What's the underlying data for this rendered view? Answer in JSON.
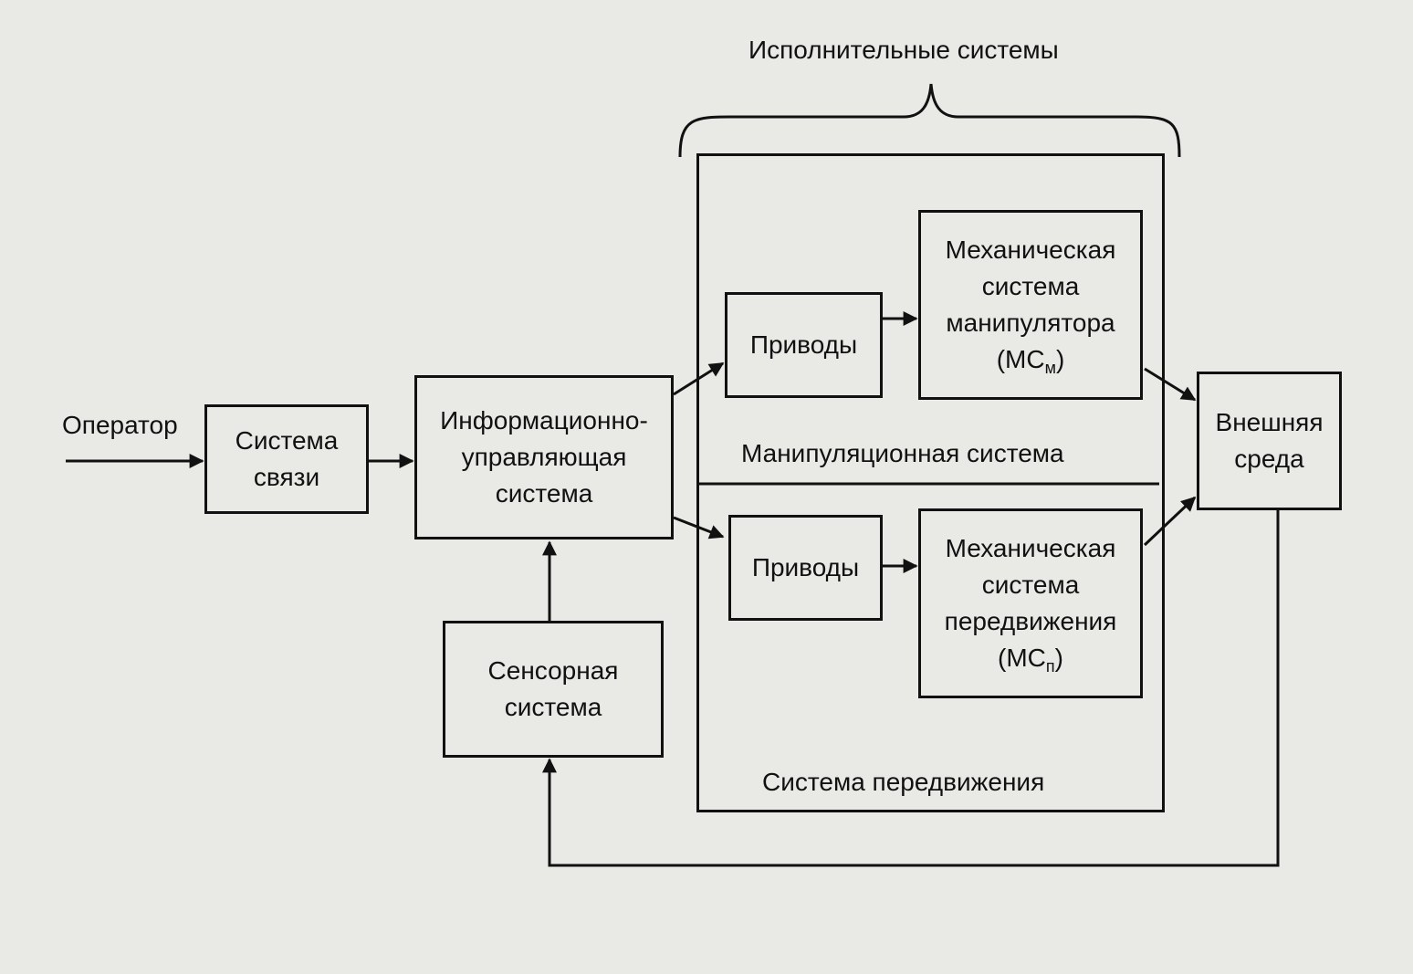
{
  "diagram": {
    "executive_systems_title": "Исполнительные системы",
    "operator_label": "Оператор",
    "manipulation_system_label": "Манипуляционная система",
    "locomotion_system_label": "Система передвижения",
    "blocks": {
      "communication": [
        "Система",
        "связи"
      ],
      "info_control": [
        "Информационно-",
        "управляющая",
        "система"
      ],
      "sensor": [
        "Сенсорная",
        "система"
      ],
      "drives_top": [
        "Приводы"
      ],
      "drives_bottom": [
        "Приводы"
      ],
      "mech_manipulator": {
        "lines": [
          "Механическая",
          "система",
          "манипулятора"
        ],
        "abbr": "(МС",
        "sub": "м",
        "close": ")"
      },
      "mech_locomotion": {
        "lines": [
          "Механическая",
          "система",
          "передвижения"
        ],
        "abbr": "(МС",
        "sub": "п",
        "close": ")"
      },
      "environment": [
        "Внешняя",
        "среда"
      ]
    }
  }
}
